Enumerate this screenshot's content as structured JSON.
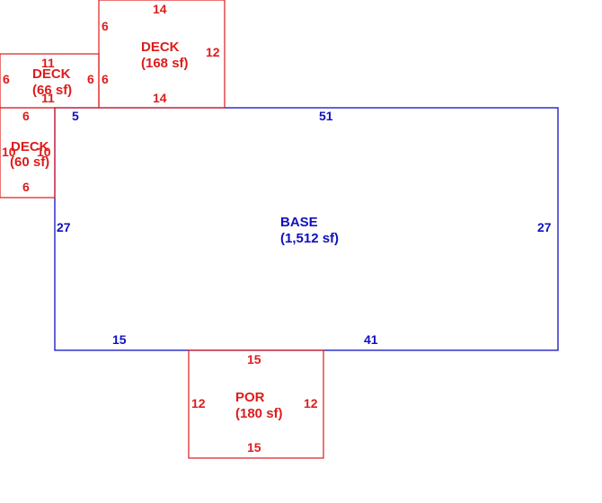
{
  "colors": {
    "base": "#1010c0",
    "addon": "#dd1c1c",
    "background": "#ffffff"
  },
  "areas": {
    "base": {
      "name": "BASE",
      "area": "(1,512 sf)",
      "dims": {
        "top_a": "5",
        "top_b": "51",
        "left": "27",
        "right": "27",
        "bottom_a": "15",
        "bottom_b": "41"
      }
    },
    "deck_top": {
      "name": "DECK",
      "area": "(168 sf)",
      "dims": {
        "top": "14",
        "bottom": "14",
        "left": "6",
        "left_b": "6",
        "right": "12"
      }
    },
    "deck_mid": {
      "name": "DECK",
      "area": "(66 sf)",
      "dims": {
        "top": "11",
        "bottom": "11",
        "left": "6",
        "right": "6"
      }
    },
    "deck_small": {
      "name": "DECK",
      "area": "(60 sf)",
      "dims": {
        "top": "6",
        "bottom": "6",
        "left": "10",
        "right": "10"
      }
    },
    "porch": {
      "name": "POR",
      "area": "(180 sf)",
      "dims": {
        "top": "15",
        "bottom": "15",
        "left": "12",
        "right": "12"
      }
    }
  }
}
